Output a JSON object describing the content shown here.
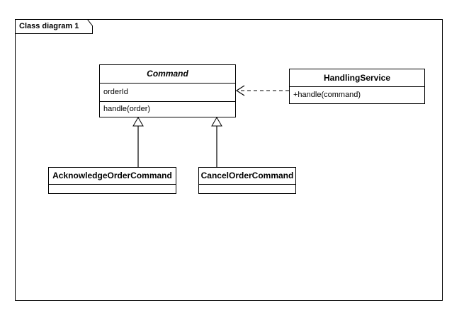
{
  "diagram": {
    "frame_label": "Class diagram 1",
    "type": "uml-class-diagram",
    "background_color": "#ffffff",
    "line_color": "#000000"
  },
  "classes": [
    {
      "id": "command",
      "name": "Command",
      "abstract": true,
      "attributes": [
        "orderId"
      ],
      "operations": [
        "handle(order)"
      ]
    },
    {
      "id": "handlingservice",
      "name": "HandlingService",
      "abstract": false,
      "operations": [
        "+handle(command)"
      ]
    },
    {
      "id": "acknowledgeordercommand",
      "name": "AcknowledgeOrderCommand",
      "abstract": false,
      "attributes": [
        ""
      ],
      "operations": []
    },
    {
      "id": "cancelordercommand",
      "name": "CancelOrderCommand",
      "abstract": false,
      "attributes": [
        ""
      ],
      "operations": []
    }
  ],
  "relationships": [
    {
      "id": "dependency-handlingservice-command",
      "type": "dependency",
      "line_style": "dashed",
      "arrowhead": "open",
      "from": "HandlingService",
      "to": "Command"
    },
    {
      "id": "generalization-acknowledgeordercommand-command",
      "type": "generalization",
      "line_style": "solid",
      "arrowhead": "hollow-triangle",
      "from": "AcknowledgeOrderCommand",
      "to": "Command"
    },
    {
      "id": "generalization-cancelordercommand-command",
      "type": "generalization",
      "line_style": "solid",
      "arrowhead": "hollow-triangle",
      "from": "CancelOrderCommand",
      "to": "Command"
    }
  ]
}
